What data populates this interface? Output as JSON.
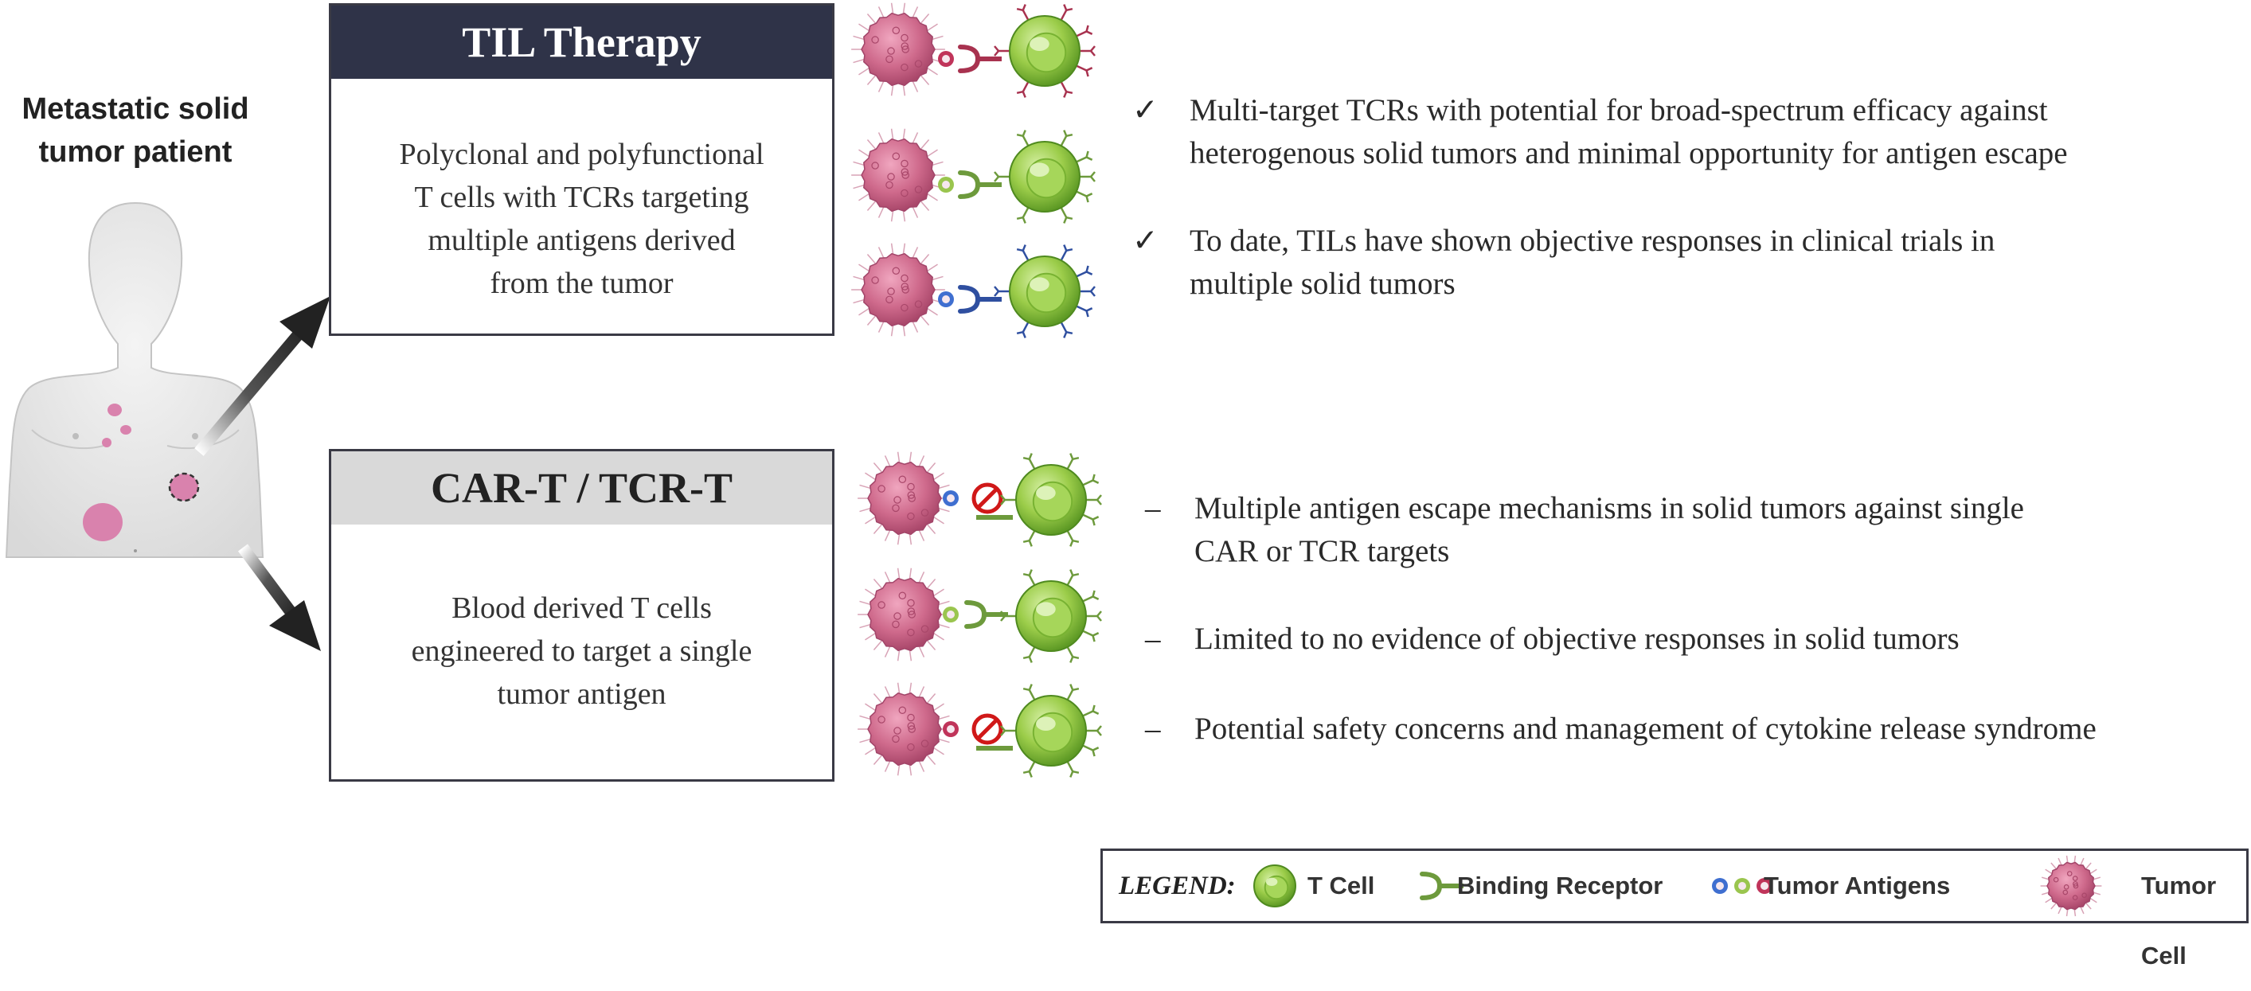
{
  "patient": {
    "title_lines": [
      "Metastatic solid",
      "tumor patient"
    ]
  },
  "til": {
    "title": "TIL Therapy",
    "body_lines": [
      "Polyclonal and polyfunctional",
      "T cells with TCRs targeting",
      "multiple antigens derived",
      "from the tumor"
    ],
    "bullet_mark": "✓",
    "bullets": [
      {
        "lines": [
          "Multi-target TCRs with potential for broad-spectrum efficacy against",
          "heterogenous solid tumors and minimal opportunity for antigen escape"
        ]
      },
      {
        "lines": [
          "To date, TILs have shown objective responses in clinical trials in",
          "multiple solid tumors"
        ]
      }
    ],
    "receptor_colors": [
      "#a8324f",
      "#6d9a3c",
      "#2f4fa0"
    ]
  },
  "car": {
    "title": "CAR-T / TCR-T",
    "body_lines": [
      "Blood derived T cells",
      "engineered to target a single",
      "tumor antigen"
    ],
    "bullet_mark": "–",
    "bullets": [
      {
        "lines": [
          "Multiple antigen escape mechanisms in solid tumors against single",
          "CAR or TCR targets"
        ]
      },
      {
        "lines": [
          "Limited to no evidence of objective responses in solid tumors"
        ]
      },
      {
        "lines": [
          "Potential safety concerns and management of cytokine release syndrome"
        ]
      }
    ]
  },
  "legend": {
    "title": "LEGEND:",
    "t_cell": "T Cell",
    "binding_receptor": "Binding Receptor",
    "tumor_antigens": "Tumor Antigens",
    "tumor_cell": "Tumor Cell"
  },
  "colors": {
    "tumor": "#c9587d",
    "tcell": "#8cc63f",
    "til_header": "#2f3348",
    "car_header": "#d9d9d9",
    "block": "#d01818"
  },
  "icons": [
    "human-silhouette",
    "tumor-cell-icon",
    "t-cell-icon",
    "binding-receptor-icon",
    "tumor-antigen-icon",
    "no-binding-icon",
    "arrow-icon",
    "check-icon"
  ]
}
